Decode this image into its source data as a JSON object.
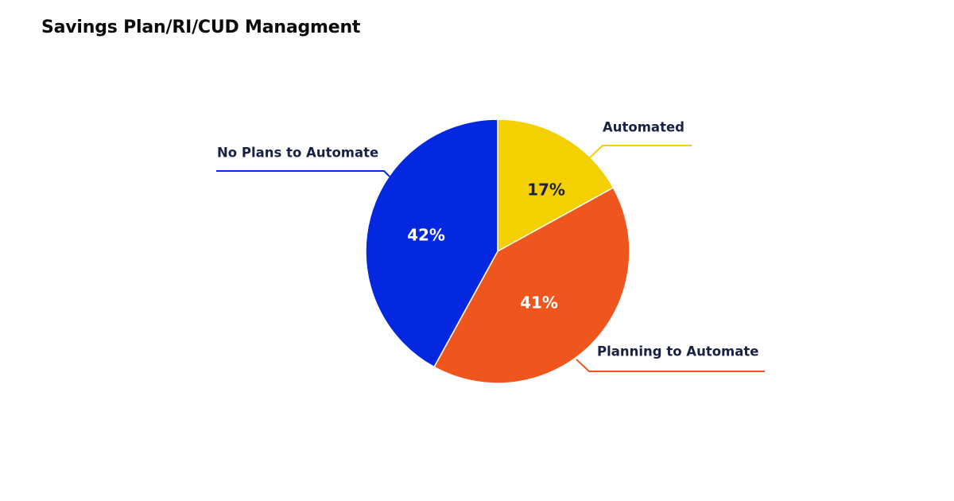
{
  "chart_data": {
    "type": "pie",
    "title": "Savings Plan/RI/CUD Managment",
    "slices": [
      {
        "label": "Automated",
        "value": 17,
        "display": "17%",
        "color": "#F5D000",
        "text_color": "#1a2145",
        "label_color": "#1a2145"
      },
      {
        "label": "Planning to Automate",
        "value": 41,
        "display": "41%",
        "color": "#EE561E",
        "text_color": "#ffffff",
        "label_color": "#1a2145"
      },
      {
        "label": "No Plans to Automate",
        "value": 42,
        "display": "42%",
        "color": "#0328E0",
        "text_color": "#ffffff",
        "label_color": "#1a2145"
      }
    ]
  }
}
